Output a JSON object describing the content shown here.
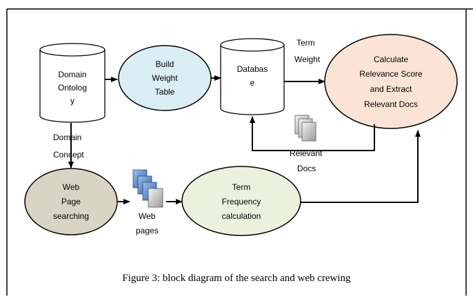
{
  "colors": {
    "build_weight": "#dbeef4",
    "relevance": "#fbe4d5",
    "web_page": "#d9d4c3",
    "term_freq": "#ebf1dd",
    "stroke": "#000000"
  },
  "nodes": {
    "domain_ontology": [
      "Domain",
      "Ontolog",
      "y"
    ],
    "build_weight": [
      "Build",
      "Weight",
      "Table"
    ],
    "database": [
      "Databas",
      "e"
    ],
    "relevance": [
      "Calculate",
      "Relevance Score",
      "and Extract",
      "Relevant Docs"
    ],
    "web_page": [
      "Web",
      "Page",
      "searching"
    ],
    "term_freq": [
      "Term",
      "Frequency",
      "calculation"
    ]
  },
  "edge_labels": {
    "term_weight": [
      "Term",
      "Weight"
    ],
    "domain_concept": [
      "Domain",
      "Concept"
    ],
    "relevant_docs": [
      "Relevant",
      "Docs"
    ],
    "web_pages": [
      "Web",
      "pages"
    ]
  },
  "icons": {
    "relevant_docs": "document-stack-icon",
    "web_pages": "web-pages-stack-icon"
  },
  "caption": "Figure 3: block diagram of the search and web crewing"
}
